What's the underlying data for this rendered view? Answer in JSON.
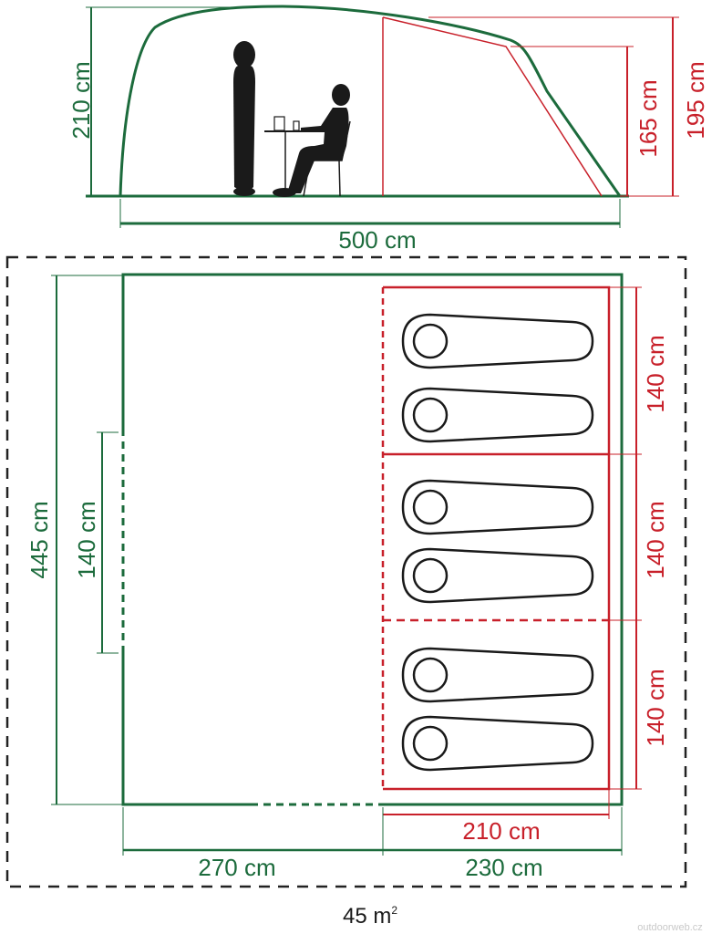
{
  "colors": {
    "tent": "#1c6b3c",
    "inner": "#c8202a",
    "outline": "#222222"
  },
  "side_view": {
    "height_total": "210 cm",
    "height_inner_front": "195 cm",
    "height_inner_back": "165 cm",
    "length": "500 cm"
  },
  "floor_plan": {
    "depth": "445 cm",
    "door_width": "140 cm",
    "bedroom_widths": [
      "140 cm",
      "140 cm",
      "140 cm"
    ],
    "bedroom_length": "210 cm",
    "living_length": "270 cm",
    "sleeping_length": "230 cm",
    "area": "45 m",
    "area_unit_sup": "2"
  },
  "watermark": "outdoorweb.cz"
}
